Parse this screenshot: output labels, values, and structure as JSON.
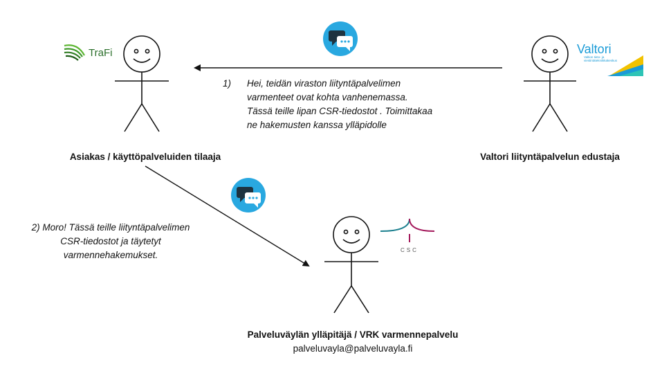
{
  "actors": {
    "customer": {
      "label": "Asiakas / käyttöpalveluiden tilaaja",
      "logo": "TraFi"
    },
    "valtori": {
      "label": "Valtori liityntäpalvelun edustaja",
      "logo": "Valtori",
      "logo_subtitle_1": "Valtion tieto- ja",
      "logo_subtitle_2": "viestintätekniikkakeskus"
    },
    "maintainer": {
      "label": "Palveluväylän ylläpitäjä / VRK varmennepalvelu",
      "email": "palveluvayla@palveluvayla.fi",
      "logo": "CSC"
    }
  },
  "messages": {
    "m1": {
      "number": "1)",
      "lines": [
        "Hei, teidän viraston liityntäpalvelimen",
        "varmenteet ovat kohta vanhenemassa.",
        "Tässä teille lipan CSR-tiedostot . Toimittakaa",
        "ne hakemusten kanssa ylläpidolle"
      ]
    },
    "m2": {
      "lines": [
        "2) Moro! Tässä teille liityntäpalvelimen",
        "CSR-tiedostot ja täytetyt",
        "varmennehakemukset."
      ]
    }
  },
  "icons": [
    "chat-bubbles-icon",
    "chat-bubbles-icon"
  ],
  "colors": {
    "chat_circle": "#29a8e0",
    "chat_dark": "#1e3340",
    "trafi_green": "#5cb531",
    "valtori_blue": "#1a9bd7",
    "csc_magenta": "#a3195b",
    "csc_teal": "#1a7f8e"
  }
}
